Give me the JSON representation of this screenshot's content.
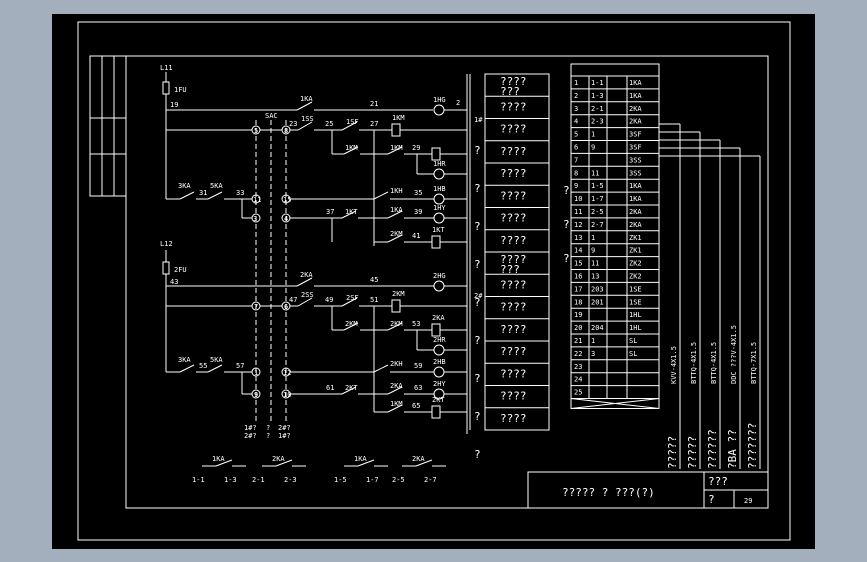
{
  "power": {
    "l11": "L11",
    "fu1": "1FU",
    "n19": "19",
    "l12": "L12",
    "fu2": "2FU",
    "n43": "43",
    "sac": "SAC"
  },
  "circuit1": {
    "ka1": "1KA",
    "n21": "21",
    "hg1": "1HG",
    "n2": "2",
    "n23": "23",
    "ss1": "1SS",
    "n25": "25",
    "sf1": "1SF",
    "n27": "27",
    "km1": "1KM",
    "km1b": "1KM",
    "km1c": "1KM",
    "n29": "29",
    "hr1": "1HR",
    "ka3": "3KA",
    "n31": "31",
    "ka5": "5KA",
    "n33": "33",
    "kh1": "1KH",
    "n35": "35",
    "hb1": "1HB",
    "n37": "37",
    "kt1": "1KT",
    "ka1b": "1KA",
    "n39": "39",
    "hy1": "1HY",
    "km2": "2KM",
    "n41": "41",
    "kt1b": "1KT",
    "sw5": "5",
    "sw11": "11",
    "sw15": "15",
    "sw3": "3",
    "sw8": "8",
    "sw4": "4"
  },
  "circuit2": {
    "ka2": "2KA",
    "n45": "45",
    "hg2": "2HG",
    "n47": "47",
    "ss2": "2SS",
    "n49": "49",
    "sf2": "2SF",
    "n51": "51",
    "km2": "2KM",
    "km2b": "2KM",
    "km2c": "2KM",
    "n53": "53",
    "ka2b": "2KA",
    "hr2": "2HR",
    "ka3": "3KA",
    "ka5": "5KA",
    "n55": "55",
    "n57": "57",
    "kh2": "2KH",
    "n59": "59",
    "hb2": "2HB",
    "n61": "61",
    "kt2": "2KT",
    "ka2c": "2KA",
    "n63": "63",
    "hy2": "2HY",
    "km1": "1KM",
    "n65": "65",
    "kt2b": "2KT",
    "sw7": "7",
    "sw6": "6",
    "sw1": "1",
    "sw2": "2",
    "sw12": "12",
    "sw9": "9",
    "sw10": "10",
    "note1": "1#?",
    "note2": "2#?",
    "note3": "?",
    "note4": "?",
    "note5": "2#?",
    "note6": "1#?"
  },
  "bottom_contacts": [
    {
      "label": "1KA",
      "a": "1-1",
      "b": "1-3"
    },
    {
      "label": "2KA",
      "a": "2-1",
      "b": "2-3"
    },
    {
      "label": "1KA",
      "a": "1-5",
      "b": "1-7"
    },
    {
      "label": "2KA",
      "a": "2-5",
      "b": "2-7"
    }
  ],
  "description_column": {
    "marker1": "1#",
    "marker2": "2#",
    "cells": [
      "????\n???",
      "????",
      "????",
      "????",
      "????",
      "????",
      "????",
      "????",
      "????\n???",
      "????",
      "????",
      "????",
      "????",
      "????",
      "????",
      "????"
    ],
    "qmarks": [
      "?",
      "?",
      "?",
      "?",
      "?",
      "?",
      "?",
      "?",
      "?"
    ]
  },
  "terminal_block": {
    "rows": [
      {
        "n": "1",
        "a": "1-1",
        "b": "1KA"
      },
      {
        "n": "2",
        "a": "1-3",
        "b": "1KA"
      },
      {
        "n": "3",
        "a": "2-1",
        "b": "2KA"
      },
      {
        "n": "4",
        "a": "2-3",
        "b": "2KA"
      },
      {
        "n": "5",
        "a": "1",
        "b": "3SF"
      },
      {
        "n": "6",
        "a": "9",
        "b": "3SF"
      },
      {
        "n": "7",
        "a": "",
        "b": "3SS"
      },
      {
        "n": "8",
        "a": "11",
        "b": "3SS"
      },
      {
        "n": "9",
        "a": "1-5",
        "b": "1KA"
      },
      {
        "n": "10",
        "a": "1-7",
        "b": "1KA"
      },
      {
        "n": "11",
        "a": "2-5",
        "b": "2KA"
      },
      {
        "n": "12",
        "a": "2-7",
        "b": "2KA"
      },
      {
        "n": "13",
        "a": "1",
        "b": "ZK1"
      },
      {
        "n": "14",
        "a": "9",
        "b": "ZK1"
      },
      {
        "n": "15",
        "a": "11",
        "b": "ZK2"
      },
      {
        "n": "16",
        "a": "13",
        "b": "ZK2"
      },
      {
        "n": "17",
        "a": "203",
        "b": "1SE"
      },
      {
        "n": "18",
        "a": "201",
        "b": "1SE"
      },
      {
        "n": "19",
        "a": "",
        "b": "1HL"
      },
      {
        "n": "20",
        "a": "204",
        "b": "1HL"
      },
      {
        "n": "21",
        "a": "1",
        "b": "SL"
      },
      {
        "n": "22",
        "a": "3",
        "b": "SL"
      },
      {
        "n": "23",
        "a": "",
        "b": ""
      },
      {
        "n": "24",
        "a": "",
        "b": ""
      },
      {
        "n": "25",
        "a": "",
        "b": ""
      }
    ],
    "qmarks": [
      "?",
      "?",
      "?"
    ]
  },
  "cables": [
    {
      "label": "KVV-4X1.5",
      "under": "?????"
    },
    {
      "label": "BTTQ-4X1.5",
      "under": "?????"
    },
    {
      "label": "BTTQ-4X1.5",
      "under": "??????"
    },
    {
      "label": "DDC ???V-4X1.5",
      "under": "?BA ??"
    },
    {
      "label": "BTTQ-7X1.5",
      "under": "???????"
    }
  ],
  "title_block": {
    "title": "?????  ? ???(?)",
    "cell1": "???",
    "cell2": "?",
    "page": "29"
  }
}
